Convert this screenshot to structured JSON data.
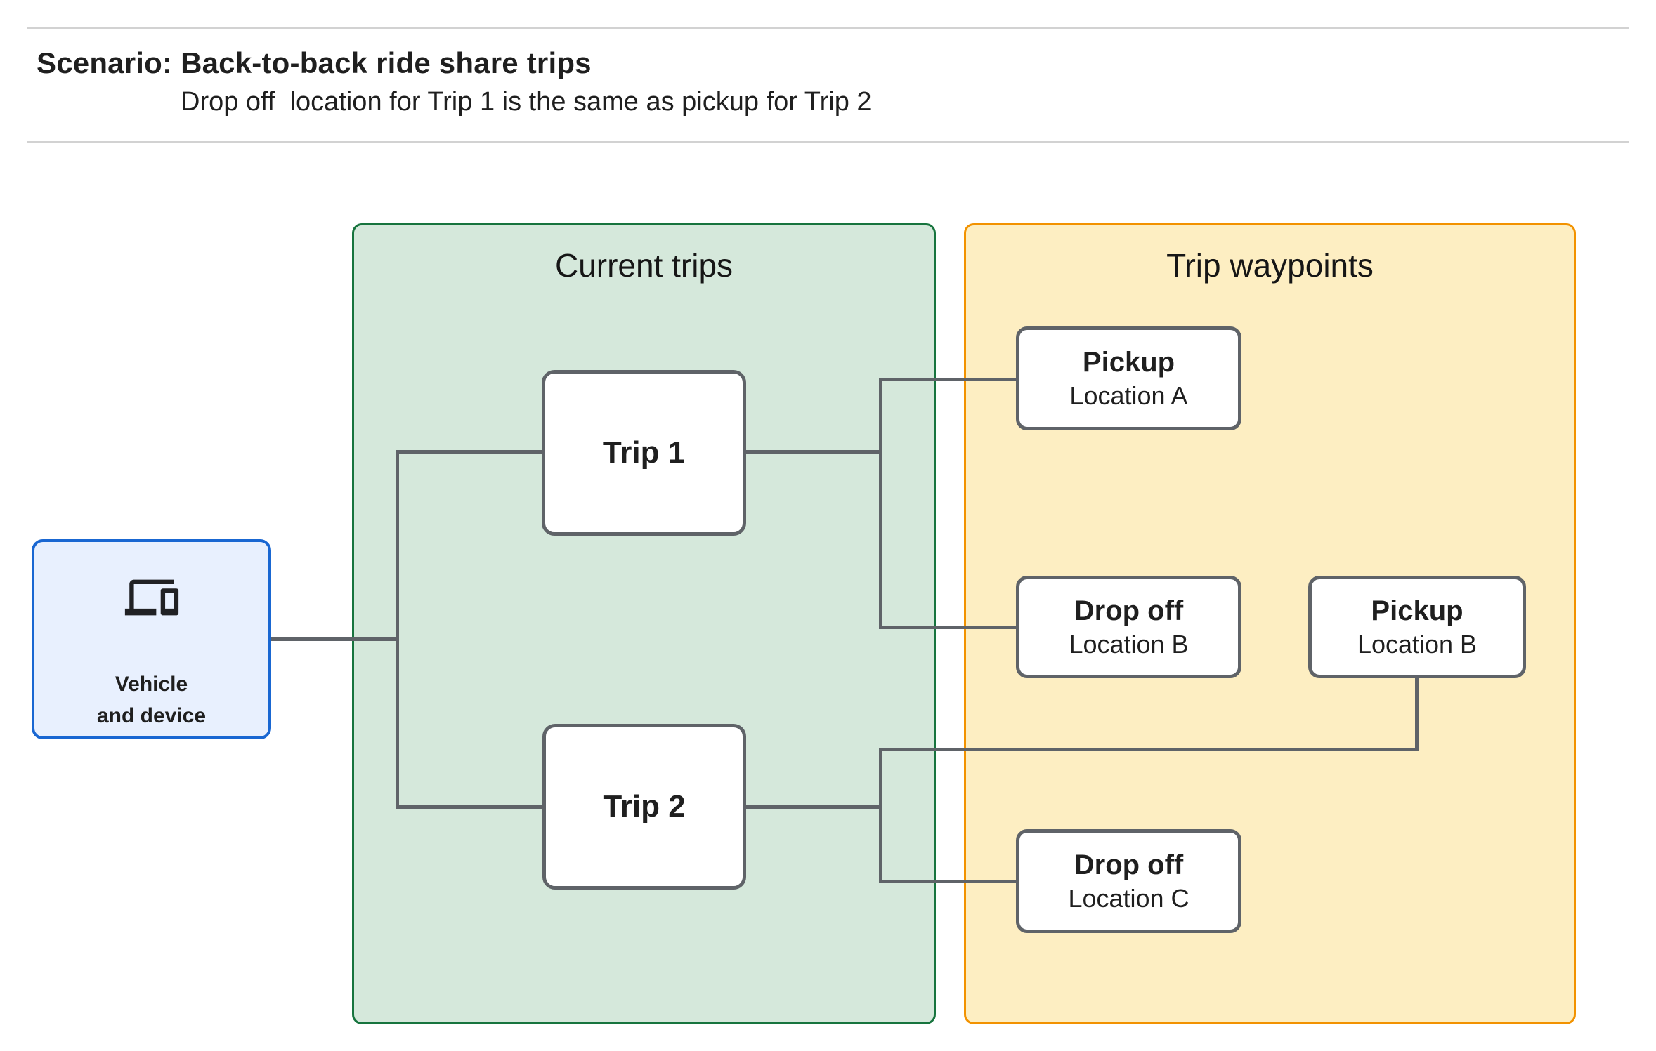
{
  "header": {
    "title": "Scenario: Back-to-back ride share trips",
    "subtitle": "Drop off  location for Trip 1 is the same as pickup for Trip 2"
  },
  "vehicle": {
    "icon": "devices-laptop-and-phone-icon",
    "label_line1": "Vehicle",
    "label_line2": "and device"
  },
  "groups": {
    "current_trips": {
      "title": "Current trips",
      "nodes": [
        {
          "label": "Trip 1"
        },
        {
          "label": "Trip 2"
        }
      ]
    },
    "trip_waypoints": {
      "title": "Trip waypoints",
      "nodes": [
        {
          "title": "Pickup",
          "subtitle": "Location A"
        },
        {
          "title": "Drop off",
          "subtitle": "Location B"
        },
        {
          "title": "Pickup",
          "subtitle": "Location B"
        },
        {
          "title": "Drop off",
          "subtitle": "Location C"
        }
      ]
    }
  },
  "connections": [
    "Vehicle and device -> Trip 1",
    "Vehicle and device -> Trip 2",
    "Trip 1 -> Pickup Location A",
    "Trip 1 -> Drop off Location B",
    "Trip 2 -> Drop off Location C",
    "Pickup Location B -> Trip 2 path"
  ],
  "colors": {
    "green_fill": "#d5e8db",
    "green_border": "#17743e",
    "orange_fill": "#fdeec2",
    "orange_border": "#f29200",
    "blue_fill": "#e8f0fe",
    "blue_border": "#1967d2",
    "node_border": "#5f6368",
    "connector": "#5f6368",
    "text": "#1f1f1f",
    "divider": "#d2d2d2"
  }
}
